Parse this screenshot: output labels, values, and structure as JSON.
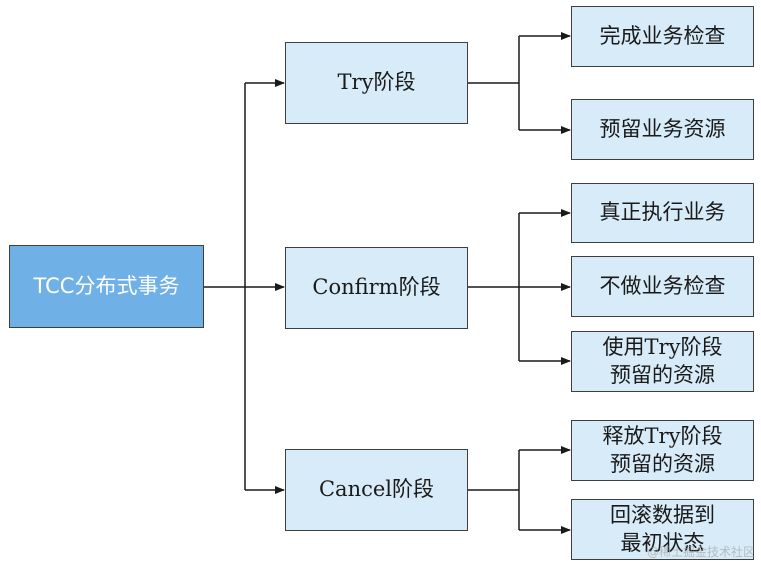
{
  "root": {
    "label": "TCC分布式事务"
  },
  "phases": [
    {
      "label": "Try阶段",
      "children": [
        "完成业务检查",
        "预留业务资源"
      ]
    },
    {
      "label": "Confirm阶段",
      "children": [
        "真正执行业务",
        "不做业务检查",
        "使用Try阶段\n预留的资源"
      ]
    },
    {
      "label": "Cancel阶段",
      "children": [
        "释放Try阶段\n预留的资源",
        "回滚数据到\n最初状态"
      ]
    }
  ],
  "watermark": "@稀土掘金技术社区",
  "colors": {
    "root_fill": "#6fb0e6",
    "box_fill": "#d8ebf8",
    "line": "#1a1a1a",
    "border": "#3f3f3f"
  }
}
